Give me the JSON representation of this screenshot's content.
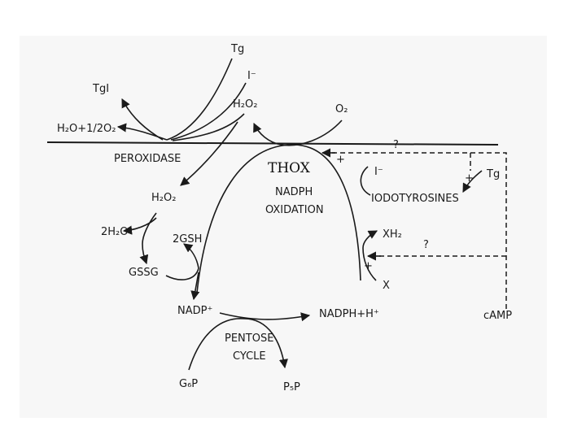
{
  "labels": {
    "tg_top": "Tg",
    "iodide_top": "I⁻",
    "tgi": "TgI",
    "h2o2_top": "H₂O₂",
    "o2": "O₂",
    "water_half_o2": "H₂O+1/2O₂",
    "peroxidase": "PEROXIDASE",
    "q_top": "?",
    "thox": "THOX",
    "nadph_oxidation_1": "NADPH",
    "nadph_oxidation_2": "OXIDATION",
    "plus_thox": "+",
    "iodide_mid": "I⁻",
    "tg_right": "Tg",
    "plus_tg": "+",
    "iodotyrosines": "IODOTYROSINES",
    "h2o2_mid": "H₂O₂",
    "two_h2o": "2H₂O",
    "two_gsh": "2GSH",
    "gssg": "GSSG",
    "xh2": "XH₂",
    "q_mid": "?",
    "plus_x": "+",
    "x": "X",
    "nadp": "NADP⁺",
    "nadph_h": "NADPH+H⁺",
    "camp": "cAMP",
    "pentose_1": "PENTOSE",
    "pentose_2": "CYCLE",
    "g6p": "G₆P",
    "p5p": "P₅P"
  }
}
